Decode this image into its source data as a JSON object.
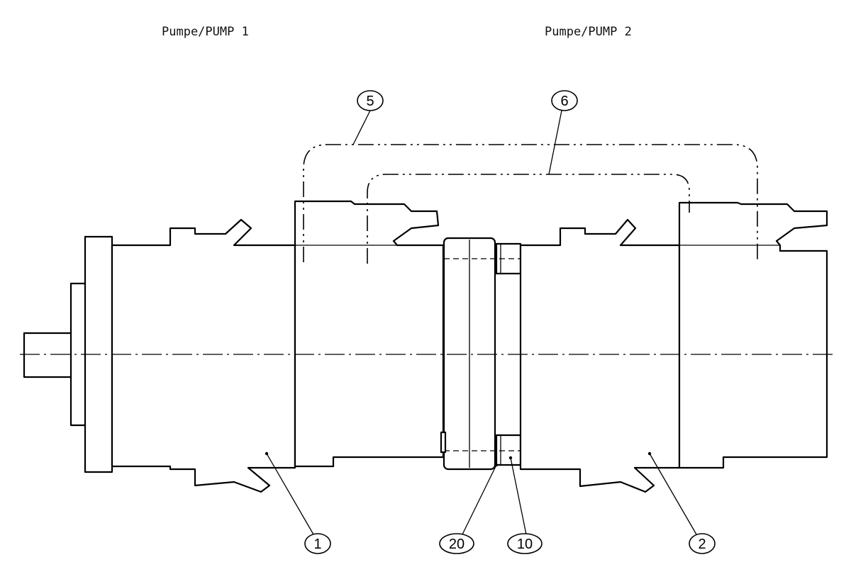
{
  "headings": {
    "pump1": "Pumpe/PUMP 1",
    "pump2": "Pumpe/PUMP 2"
  },
  "callouts": [
    {
      "id": "1",
      "label": "1"
    },
    {
      "id": "2",
      "label": "2"
    },
    {
      "id": "5",
      "label": "5"
    },
    {
      "id": "6",
      "label": "6"
    },
    {
      "id": "10",
      "label": "10"
    },
    {
      "id": "20",
      "label": "20"
    }
  ]
}
